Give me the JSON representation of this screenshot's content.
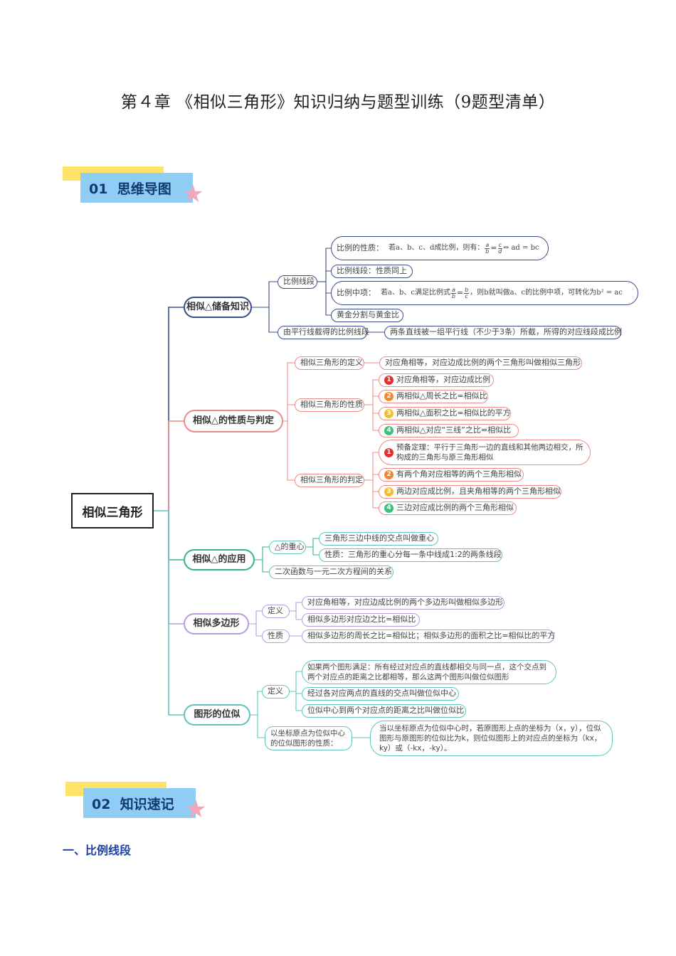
{
  "title": "第４章 《相似三角形》知识归纳与题型训练（9题型清单）",
  "banner1": {
    "num": "01",
    "label": "思维导图"
  },
  "banner2": {
    "num": "02",
    "label": "知识速记"
  },
  "mindmap": {
    "root": "相似三角形",
    "branch1": {
      "label": "相似△储备知识",
      "sub1": "比例线段",
      "prop_label": "比例的性质：",
      "prop_text": "若a、b、c、d成比例，则有：",
      "prop_f1_t": "a",
      "prop_f1_b": "b",
      "prop_f2_t": "c",
      "prop_f2_b": "d",
      "prop_tail": "⇔ ad = bc",
      "seg": "比例线段：性质同上",
      "mid_label": "比例中项：",
      "mid_text": "若a、b、c满足比例式",
      "mid_f1_t": "a",
      "mid_f1_b": "b",
      "mid_f2_t": "b",
      "mid_f2_b": "c",
      "mid_tail": "，则b就叫做a、c的比例中项，可转化为b² = ac",
      "golden": "黄金分割与黄金比",
      "parallel": "由平行线截得的比例线段",
      "parallel_desc": "两条直线被一组平行线（不少于3条）所截，所得的对应线段成比例"
    },
    "branch2": {
      "label": "相似△的性质与判定",
      "def": "相似三角形的定义",
      "def_desc": "对应角相等，对应边成比例的两个三角形叫做相似三角形",
      "props": "相似三角形的性质",
      "props_items": [
        "对应角相等，对应边成比例",
        "两相似△周长之比=相似比",
        "两相似△面积之比=相似比的平方",
        "两相似△对应“三线”之比=相似比"
      ],
      "judge": "相似三角形的判定",
      "judge_items": [
        "预备定理：平行于三角形一边的直线和其他两边相交，所构成的三角形与原三角形相似",
        "有两个角对应相等的两个三角形相似",
        "两边对应成比例，且夹角相等的两个三角形相似",
        "三边对应成比例的两个三角形相似"
      ],
      "nums": [
        "1",
        "2",
        "3",
        "4"
      ]
    },
    "branch3": {
      "label": "相似△的应用",
      "centroid": "△的重心",
      "c1": "三角形三边中线的交点叫做重心",
      "c2": "性质：三角形的重心分每一条中线成1:2的两条线段",
      "quad": "二次函数与一元二次方程间的关系"
    },
    "branch4": {
      "label": "相似多边形",
      "def": "定义",
      "def_desc": "对应角相等，对应边成比例的两个多边形叫做相似多边形",
      "def_desc2": "相似多边形对应边之比=相似比",
      "prop": "性质",
      "prop_desc": "相似多边形的周长之比=相似比；相似多边形的面积之比=相似比的平方"
    },
    "branch5": {
      "label": "图形的位似",
      "def": "定义",
      "d1": "如果两个图形满足：所有经过对应点的直线都相交与同一点，这个交点到两个对应点的距离之比都相等，那么这两个图形叫做位似图形",
      "d2": "经过各对应两点的直线的交点叫做位似中心",
      "d3": "位似中心到两个对应点的距离之比叫做位似比",
      "coord": "以坐标原点为位似中心的位似图形的性质：",
      "coord_desc": "当以坐标原点为位似中心时，若原图形上点的坐标为（x，y），位似图形与原图形的位似比为k，则位似图形上的对应点的坐标为（kx，ky）或（-kx，-ky）。"
    }
  },
  "section1": "一、比例线段",
  "colors": {
    "navy": "#3b4a8a",
    "pink": "#ee8a8a",
    "green": "#35b38c",
    "purple": "#b79be0",
    "teal": "#5fc5bb",
    "heading": "#1e3fa8"
  }
}
